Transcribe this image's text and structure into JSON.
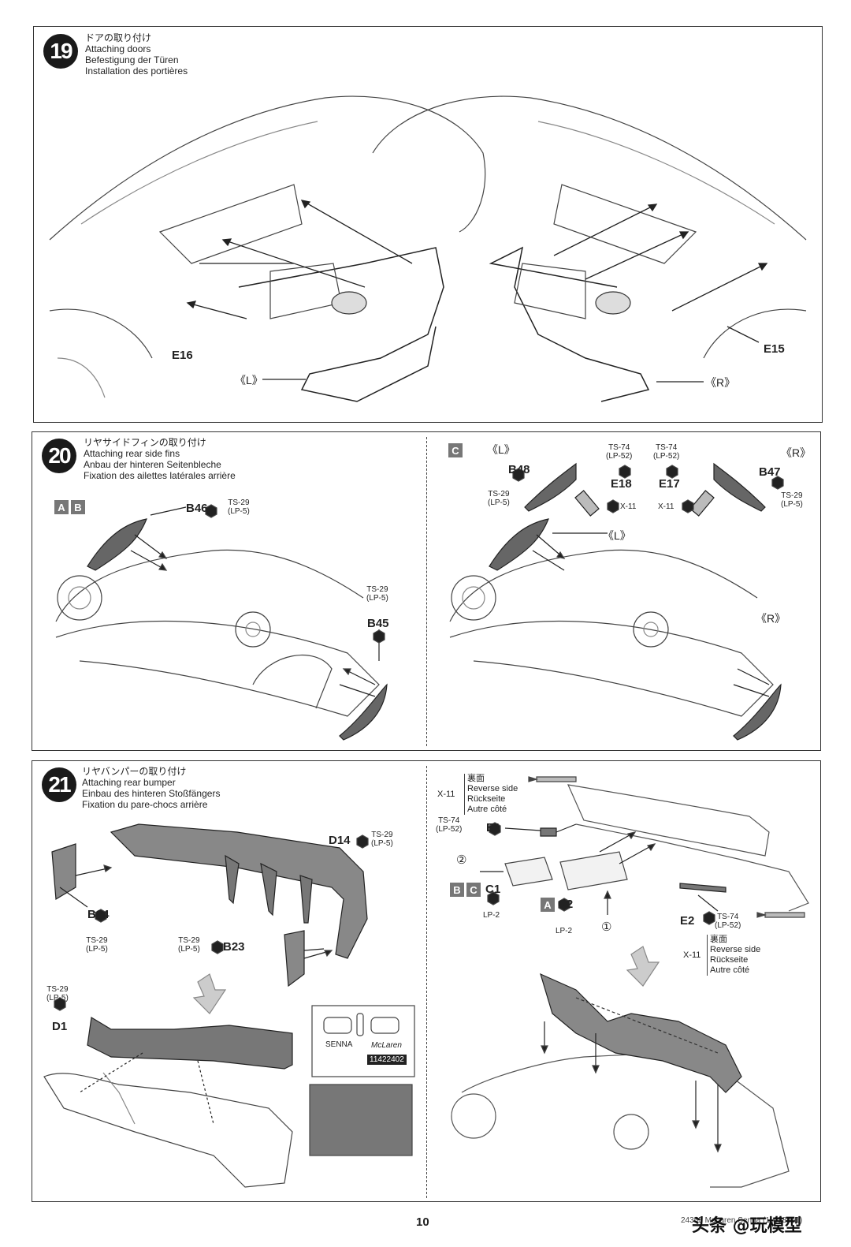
{
  "steps": {
    "s19": {
      "number": "19",
      "title": [
        "ドアの取り付け",
        "Attaching doors",
        "Befestigung der Türen",
        "Installation des portières"
      ],
      "labels": {
        "e16": "E16",
        "e15": "E15",
        "left": "《L》",
        "right": "《R》"
      }
    },
    "s20": {
      "number": "20",
      "title": [
        "リヤサイドフィンの取り付け",
        "Attaching rear side fins",
        "Anbau der hinteren Seitenbleche",
        "Fixation des ailettes latérales arrière"
      ],
      "variant_ab": [
        "A",
        "B"
      ],
      "variant_c": "C",
      "labels": {
        "b46": "B46",
        "b45": "B45",
        "b48": "B48",
        "b47": "B47",
        "e18": "E18",
        "e17": "E17",
        "left": "《L》",
        "right": "《R》",
        "left2": "《L》",
        "right2": "《R》",
        "ts29": "TS-29",
        "lp5": "(LP-5)",
        "ts74": "TS-74",
        "lp52": "(LP-52)",
        "x11": "X-11"
      }
    },
    "s21": {
      "number": "21",
      "title": [
        "リヤバンパーの取り付け",
        "Attaching rear bumper",
        "Einbau des hinteren Stoßfängers",
        "Fixation du pare-chocs arrière"
      ],
      "labels": {
        "d14": "D14",
        "b24": "B24",
        "b23": "B23",
        "d1": "D1",
        "e1": "E1",
        "e2": "E2",
        "c1": "C1",
        "c2": "C2",
        "lp2": "LP-2",
        "x11": "X-11",
        "ts29": "TS-29",
        "lp5": "(LP-5)",
        "ts74": "TS-74",
        "lp52": "(LP-52)",
        "one": "①",
        "two": "②",
        "decal_code": "11422402",
        "senna": "SENNA",
        "mclaren": "McLaren"
      },
      "reverse_side": [
        "裏面",
        "Reverse side",
        "Rückseite",
        "Autre côté"
      ],
      "variants": {
        "b": "B",
        "c": "C",
        "a": "A"
      }
    }
  },
  "page": {
    "number": "10",
    "footer": "24355 McLaren Senna (11058061)"
  },
  "watermark": "头条 @玩模型"
}
